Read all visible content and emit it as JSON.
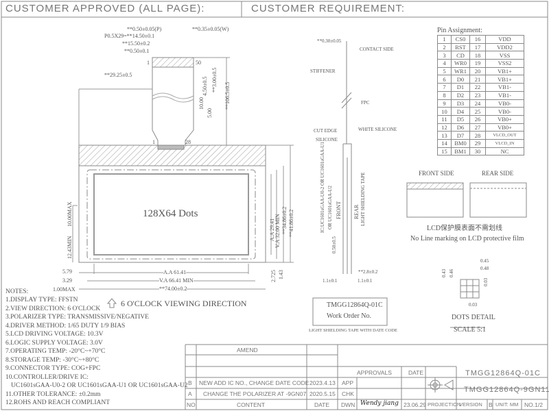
{
  "header": {
    "customer_approved": "CUSTOMER APPROVED (ALL PAGE):",
    "customer_requirement": "CUSTOMER REQUIREMENT:"
  },
  "fpc": {
    "pitch": "**0.50±0.05(P)",
    "width": "**0.35±0.05(W)",
    "total": "P0.5X29=**14.50±0.1",
    "w15": "**15.50±0.2",
    "w05": "**0.50±0.1",
    "pin1_top": "1",
    "pin50": "50",
    "left_offset": "**29.25±0.5",
    "d450": "4.50±0.5",
    "d300": "**3.00±0.5",
    "d1065": "**106.5±0.5",
    "d1000": "10.00",
    "d500": "5.00",
    "pin1_bot": "1",
    "pin28": "28"
  },
  "lcd": {
    "dots": "128X64 Dots",
    "aa_h": "A.A 29.41",
    "va_h": "V.A 32.00 MIN",
    "h3486": "**34.86±0.2",
    "h4186": "**41.86±0.2",
    "max10": "10.00MAX",
    "min1243": "12.43MIN",
    "d579": "5.79",
    "d329": "3.29",
    "d100": "1.00MAX",
    "aa_w": "A.A 61.41",
    "va_w": "V.A 66.41 MIN",
    "w74": "**74.00±0.2",
    "d2725": "2.725",
    "d143": "1.43"
  },
  "viewing": "6 O'CLOCK VIEWING DIRECTION",
  "notes": [
    "NOTES:",
    "1.DISPLAY TYPE: FFSTN",
    "2.VIEW DIRECTION: 6 O'CLOCK",
    "3.POLARIZER TYPE: TRANSMISSIVE/NEGATIVE",
    "4.DRIVER METHOD: 1/65 DUTY 1/9 BIAS",
    "5.LCD DRIVING VOLTAGE: 10.3V",
    "6.LOGIC SUPPLY VOLTAGE: 3.0V",
    "7.OPERATING TEMP: -20°C~+70°C",
    "8.STORAGE TEMP: -30°C~+80°C",
    "9.CONNECTOR TYPE: COG+FPC",
    "10.CONTROLLER/DRIVE IC:",
    "  UC1601sGAA-U0-2 OR UC1601sGAA-U1 OR UC1601sGAA-U2",
    "11.OTHER TOLERANCE: ±0.2mm",
    "12.ROHS AND REACH COMPLIANT"
  ],
  "side": {
    "thick": "**0.30±0.05",
    "contact": "CONTACT SIDE",
    "stiffener": "STIFFENER",
    "fpc": "FPC",
    "cut_edge": "CUT EDGE",
    "white_silicone": "WHITE SILICONE",
    "silicone": "SILICONE",
    "ic": "IC:UC1601sGAA-U0-2 OR UC1601sGAA-U1",
    "ic2": "OR UC1601sGAA-U2",
    "front": "FRONT",
    "rear": "REAR",
    "tape": "LIGHT SHIELDING TAPE",
    "d050": "0.50±0.5",
    "d28": "**2.8±0.2",
    "d11a": "1.1±0.1",
    "d11b": "1.1±0.1"
  },
  "label": {
    "part": "TMGG12864Q-01C",
    "work": "Work Order No.",
    "caption": "LIGHT SHIELDING TAPE WITH DATE CODE"
  },
  "pins_title": "Pin Assignment:",
  "pins": [
    [
      "1",
      "CS0",
      "16",
      "VDD"
    ],
    [
      "2",
      "RST",
      "17",
      "VDD2"
    ],
    [
      "3",
      "CD",
      "18",
      "VSS"
    ],
    [
      "4",
      "WR0",
      "19",
      "VSS2"
    ],
    [
      "5",
      "WR1",
      "20",
      "VB1+"
    ],
    [
      "6",
      "D0",
      "21",
      "VB1+"
    ],
    [
      "7",
      "D1",
      "22",
      "VB1-"
    ],
    [
      "8",
      "D2",
      "23",
      "VB1-"
    ],
    [
      "9",
      "D3",
      "24",
      "VB0-"
    ],
    [
      "10",
      "D4",
      "25",
      "VB0-"
    ],
    [
      "11",
      "D5",
      "26",
      "VB0+"
    ],
    [
      "12",
      "D6",
      "27",
      "VB0+"
    ],
    [
      "13",
      "D7",
      "28",
      "VLCD_OUT"
    ],
    [
      "14",
      "BM0",
      "29",
      "VLCD_IN"
    ],
    [
      "15",
      "BM1",
      "30",
      "NC"
    ]
  ],
  "sides": {
    "front": "FRONT SIDE",
    "rear": "REAR SIDE",
    "cn": "LCD保护膜表面不需划线",
    "en": "No Line marking on LCD protective film"
  },
  "dots": {
    "d045": "0.45",
    "d048": "0.48",
    "d043": "0.43",
    "d046": "0.46",
    "d003v": "0.03",
    "d003h": "0.03",
    "title": "DOTS DETAIL",
    "scale": "SCALE 5:1"
  },
  "titleblock": {
    "amend": "AMEND",
    "approvals": "APPROVALS",
    "date": "DATE",
    "revs": [
      {
        "no": "B",
        "content": "NEW ADD IC NO., CHANGE DATE CODE",
        "date": "2023.4.13",
        "role": "APP"
      },
      {
        "no": "A",
        "content": "CHANGE THE POLARIZER AT -9GN07",
        "date": "2020.5.15",
        "role": "CHK"
      }
    ],
    "no": "NO.",
    "content": "CONTENT",
    "date_col": "DATE",
    "dwn": "DWN",
    "signature": "Wendy jiang",
    "dwn_date": "23.06.29",
    "projection": "PROJECTION",
    "version_label": "VERSION",
    "version": "B",
    "unit": "UNIT: MM",
    "page": "NO.1/2",
    "part1": "TMGG12864Q-01C",
    "part2": "TMGG12864Q-9GN11"
  }
}
